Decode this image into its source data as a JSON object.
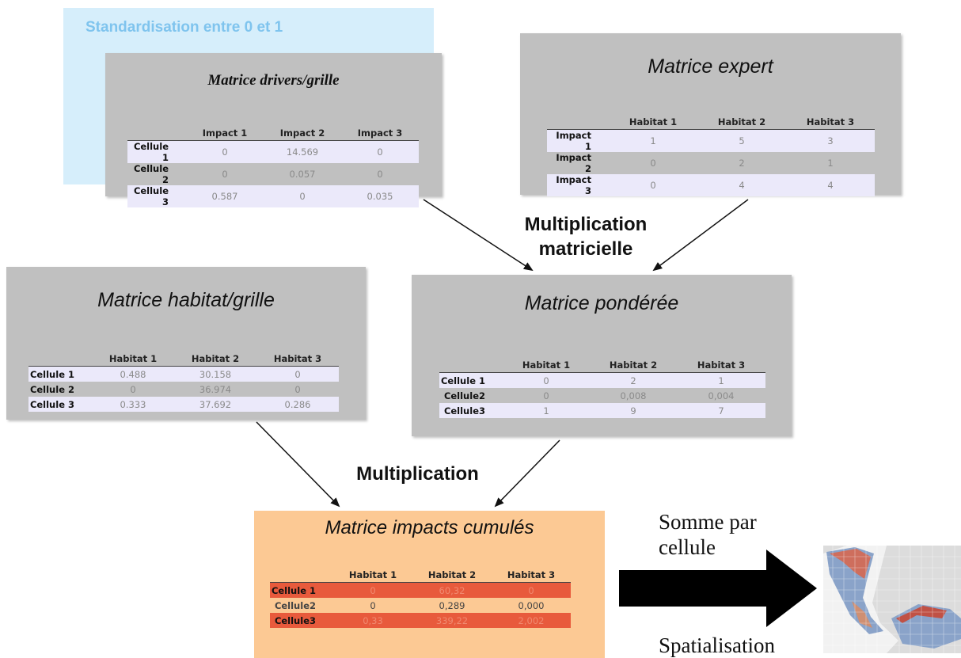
{
  "standardisation": {
    "label": "Standardisation entre 0 et 1"
  },
  "drivers": {
    "title": "Matrice drivers/grille",
    "columns": [
      "Impact 1",
      "Impact 2",
      "Impact 3"
    ],
    "rows": [
      {
        "label": "Cellule 1",
        "values": [
          "0",
          "14.569",
          "0"
        ]
      },
      {
        "label": "Cellule 2",
        "values": [
          "0",
          "0.057",
          "0"
        ]
      },
      {
        "label": "Cellule 3",
        "values": [
          "0.587",
          "0",
          "0.035"
        ]
      }
    ]
  },
  "expert": {
    "title": "Matrice expert",
    "columns": [
      "Habitat 1",
      "Habitat 2",
      "Habitat 3"
    ],
    "rows": [
      {
        "label": "Impact 1",
        "values": [
          "1",
          "5",
          "3"
        ]
      },
      {
        "label": "Impact 2",
        "values": [
          "0",
          "2",
          "1"
        ]
      },
      {
        "label": "Impact 3",
        "values": [
          "0",
          "4",
          "4"
        ]
      }
    ]
  },
  "habitat": {
    "title": "Matrice habitat/grille",
    "columns": [
      "Habitat 1",
      "Habitat 2",
      "Habitat 3"
    ],
    "rows": [
      {
        "label": "Cellule 1",
        "values": [
          "0.488",
          "30.158",
          "0"
        ]
      },
      {
        "label": "Cellule 2",
        "values": [
          "0",
          "36.974",
          "0"
        ]
      },
      {
        "label": "Cellule 3",
        "values": [
          "0.333",
          "37.692",
          "0.286"
        ]
      }
    ]
  },
  "ponderee": {
    "title": "Matrice pondérée",
    "columns": [
      "Habitat 1",
      "Habitat 2",
      "Habitat 3"
    ],
    "rows": [
      {
        "label": "Cellule 1",
        "values": [
          "0",
          "2",
          "1"
        ]
      },
      {
        "label": "Cellule2",
        "values": [
          "0",
          "0,008",
          "0,004"
        ]
      },
      {
        "label": "Cellule3",
        "values": [
          "1",
          "9",
          "7"
        ]
      }
    ]
  },
  "cumules": {
    "title": "Matrice impacts cumulés",
    "columns": [
      "Habitat 1",
      "Habitat 2",
      "Habitat 3"
    ],
    "rows": [
      {
        "label": "Cellule 1",
        "values": [
          "0",
          "60,32",
          "0"
        ]
      },
      {
        "label": "Cellule2",
        "values": [
          "0",
          "0,289",
          "0,000"
        ]
      },
      {
        "label": "Cellule3",
        "values": [
          "0,33",
          "339,22",
          "2,002"
        ]
      }
    ]
  },
  "labels": {
    "mult_matricielle_1": "Multiplication",
    "mult_matricielle_2": "matricielle",
    "multiplication": "Multiplication",
    "somme_1": "Somme par",
    "somme_2": "cellule",
    "spatialisation": "Spatialisation"
  },
  "colors": {
    "panel_gray": "#c0c0c0",
    "standardisation_bg": "#d6eefb",
    "standardisation_text": "#7fc4ee",
    "cumules_bg": "#fcc994",
    "cumules_row": "#e85a3c",
    "row_band": "#ebe9fa"
  }
}
